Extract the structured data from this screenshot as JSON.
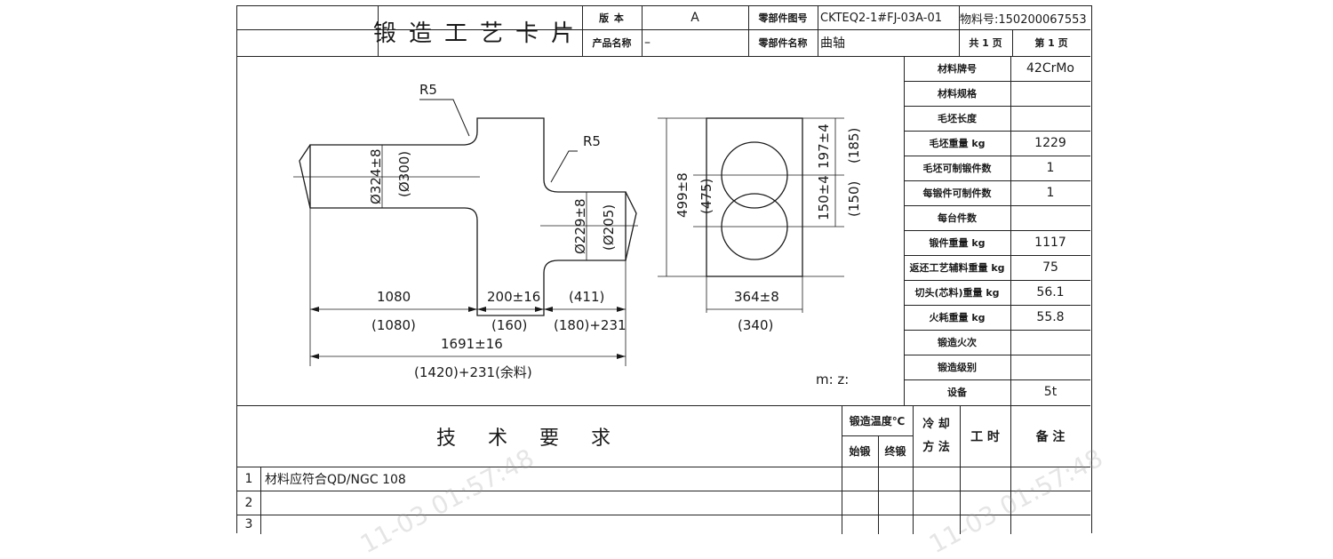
{
  "header": {
    "title": "锻造工艺卡片",
    "version_label": "版 本",
    "version_value": "A",
    "drawing_no_label": "零部件图号",
    "drawing_no_value": "CKTEQ2-1#FJ-03A-01",
    "material_no": "物料号:150200067553",
    "product_name_label": "产品名称",
    "product_name_value": "–",
    "part_name_label": "零部件名称",
    "part_name_value": "曲轴",
    "total_pages": "共 1 页",
    "page_no": "第 1 页"
  },
  "specs": [
    {
      "label": "材料牌号",
      "value": "42CrMo"
    },
    {
      "label": "材料规格",
      "value": ""
    },
    {
      "label": "毛坯长度",
      "value": ""
    },
    {
      "label": "毛坯重量 kg",
      "value": "1229"
    },
    {
      "label": "毛坯可制锻件数",
      "value": "1"
    },
    {
      "label": "每锻件可制件数",
      "value": "1"
    },
    {
      "label": "每台件数",
      "value": ""
    },
    {
      "label": "锻件重量 kg",
      "value": "1117"
    },
    {
      "label": "返还工艺辅料重量 kg",
      "value": "75"
    },
    {
      "label": "切头(芯料)重量 kg",
      "value": "56.1"
    },
    {
      "label": "火耗重量 kg",
      "value": "55.8"
    },
    {
      "label": "锻造火次",
      "value": ""
    },
    {
      "label": "锻造级别",
      "value": ""
    },
    {
      "label": "设备",
      "value": "5t"
    }
  ],
  "drawing": {
    "r5_top": "R5",
    "r5_mid": "R5",
    "dia_324": "Ø324±8",
    "dia_300": "(Ø300)",
    "dia_229": "Ø229±8",
    "dia_205": "(Ø205)",
    "len_1080": "1080",
    "len_1080b": "(1080)",
    "len_200": "200±16",
    "len_160": "(160)",
    "len_411": "(411)",
    "len_180": "(180)+231",
    "len_1691": "1691±16",
    "len_1420": "(1420)+231(余料)",
    "h_499": "499±8",
    "h_475": "(475)",
    "w_364": "364±8",
    "w_340": "(340)",
    "h_197": "197±4",
    "h_185": "(185)",
    "h_150": "150±4",
    "h_150b": "(150)",
    "mz": "m:  z:"
  },
  "tech": {
    "heading": "技术要求",
    "temp_label": "锻造温度℃",
    "start_label": "始锻",
    "end_label": "终锻",
    "cooling_label": "冷却方法",
    "cooling_line1": "冷 却",
    "cooling_line2": "方 法",
    "hours_label": "工 时",
    "remarks_label": "备 注",
    "rows": [
      {
        "no": "1",
        "text": "材料应符合QD/NGC 108"
      },
      {
        "no": "2",
        "text": ""
      },
      {
        "no": "3",
        "text": ""
      }
    ]
  },
  "watermarks": [
    "11-03 01:57:48",
    "11-03 01:57:48"
  ]
}
